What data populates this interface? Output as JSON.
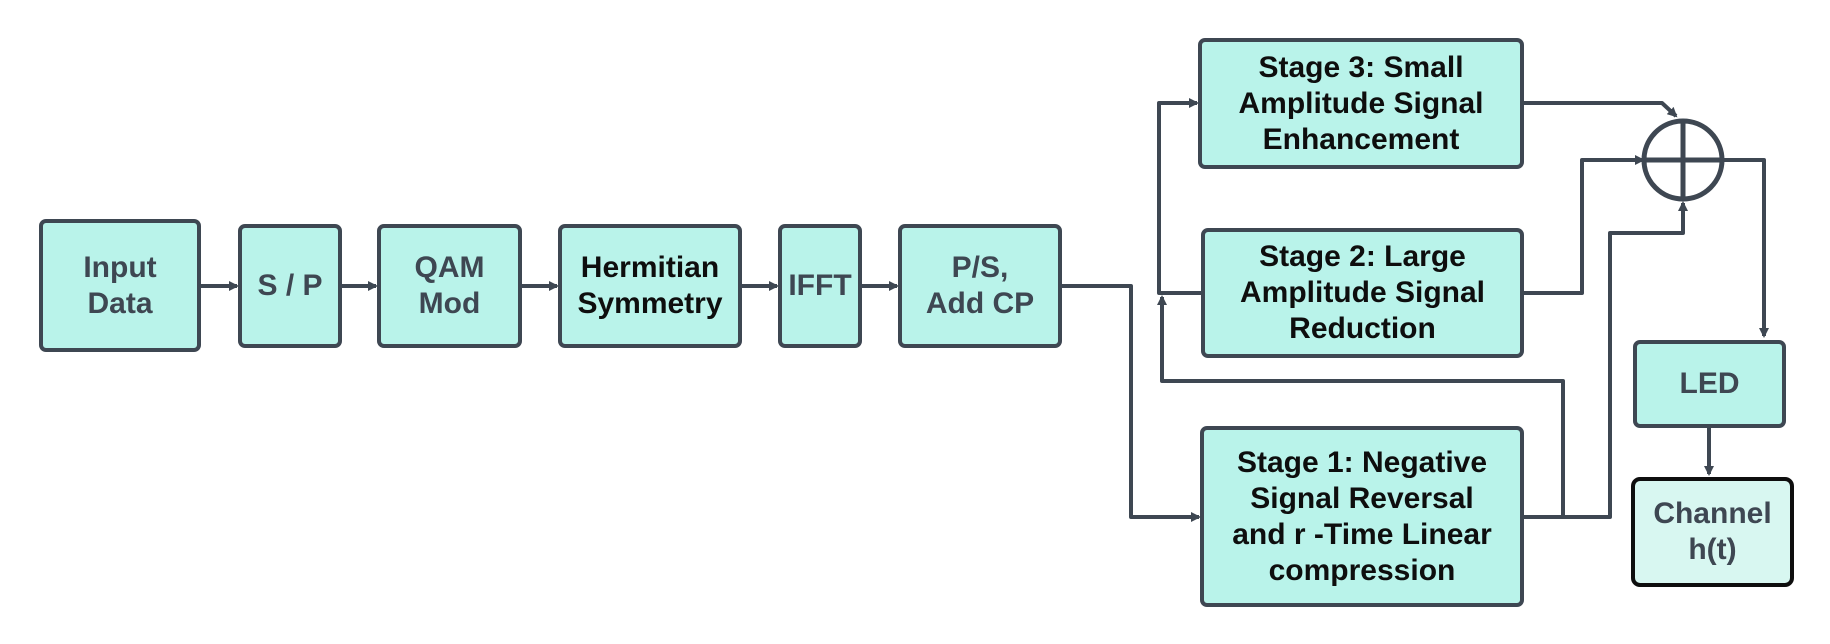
{
  "colors": {
    "fill": "#b9f3ea",
    "channel_fill": "#d8f7f1",
    "stroke": "#3e4752",
    "dark_text": "#0e0e0e"
  },
  "blocks": {
    "input_data": "Input\nData",
    "s_p": "S / P",
    "qam_mod": "QAM\nMod",
    "hermitian": "Hermitian\nSymmetry",
    "ifft": "IFFT",
    "ps_cp": "P/S,\nAdd CP",
    "stage3": "Stage 3: Small\nAmplitude Signal\nEnhancement",
    "stage2": "Stage 2: Large\nAmplitude Signal\nReduction",
    "stage1": "Stage 1: Negative\nSignal Reversal\nand r -Time Linear\ncompression",
    "led": "LED",
    "channel": "Channel\nh(t)"
  },
  "icons": {
    "summing_junction": "circle-plus-icon"
  }
}
